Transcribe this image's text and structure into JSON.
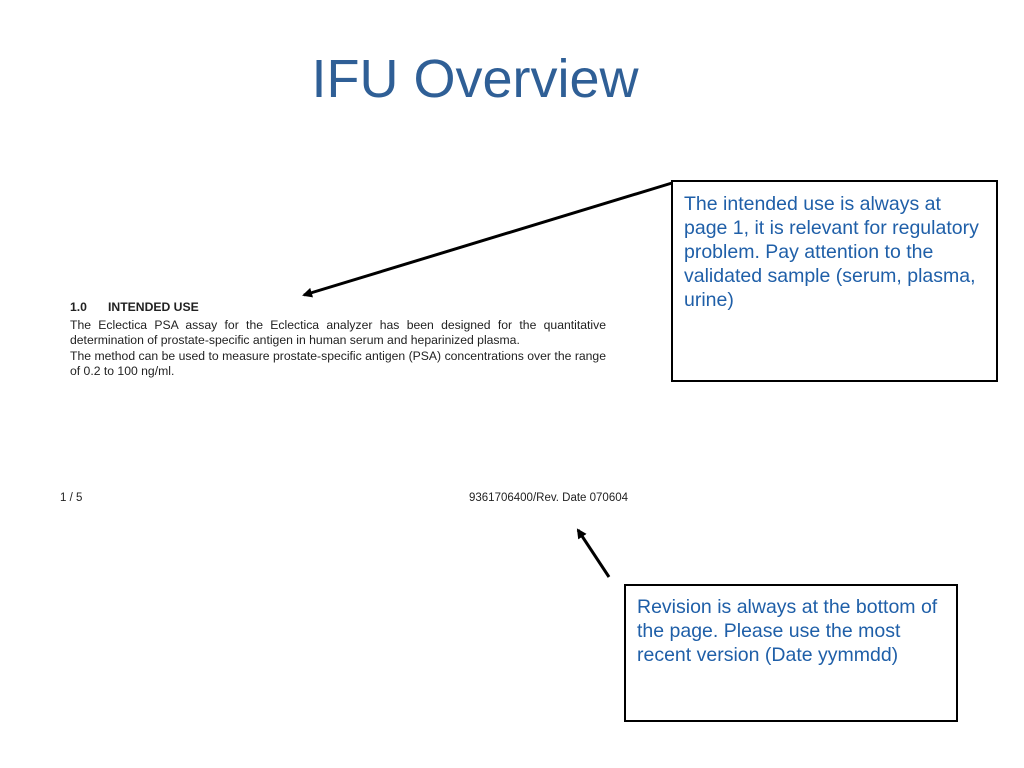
{
  "slide": {
    "title": "IFU Overview"
  },
  "ifu_excerpt": {
    "section_number": "1.0",
    "section_title": "INTENDED USE",
    "paragraph_1": "The Eclectica PSA assay for the Eclectica analyzer has been designed for the quantitative determination of prostate-specific antigen in human serum and heparinized plasma.",
    "paragraph_2": "The method can be used to measure prostate-specific antigen (PSA) concentrations over the range of 0.2 to 100 ng/ml.",
    "footer_page": "1 / 5",
    "footer_revision": "9361706400/Rev. Date 070604"
  },
  "callouts": {
    "intended_use_note": "The intended use is always at page 1, it is relevant for regulatory problem. Pay attention to the validated sample (serum, plasma, urine)",
    "revision_note": "Revision is always at the bottom of the page. Please use the most recent version (Date yymmdd)"
  },
  "colors": {
    "title": "#2f5f96",
    "callout_text": "#1f5fa8",
    "callout_border": "#000000",
    "document_text": "#222222"
  }
}
